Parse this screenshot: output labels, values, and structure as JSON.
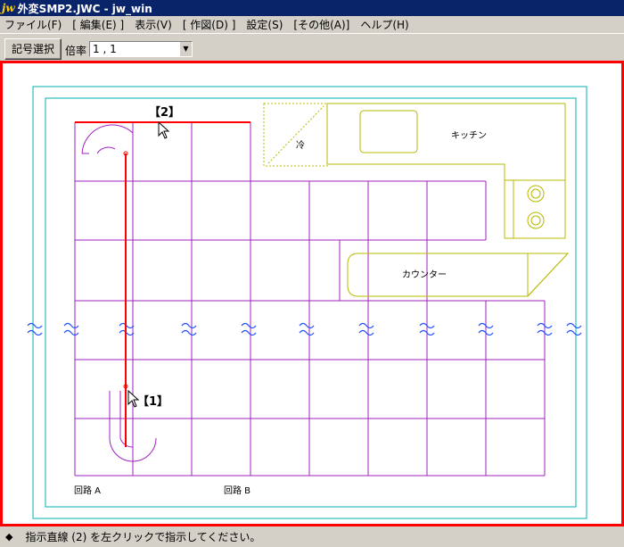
{
  "window": {
    "logo": "jw",
    "title": "外変SMP2.JWC - jw_win"
  },
  "menu": [
    "ファイル(F)",
    "[ 編集(E) ]",
    "表示(V)",
    "[ 作図(D) ]",
    "設定(S)",
    "[その他(A)]",
    "ヘルプ(H)"
  ],
  "toolbar": {
    "symbol_select_label": "記号選択",
    "scale_label": "倍率",
    "scale_value": "1 , 1"
  },
  "drawing": {
    "marker_2": "【2】",
    "marker_1": "【1】",
    "kitchen_label": "キッチン",
    "fridge_label": "冷",
    "counter_label": "カウンター",
    "circuit_a_label": "回路 A",
    "circuit_b_label": "回路 B",
    "colors": {
      "grid": "#a020c0",
      "selection": "#ff0000",
      "furniture": "#b8b800",
      "border": "#00b0b0"
    }
  },
  "status": {
    "icon": "diamond-icon",
    "text": "指示直線 (2) を左クリックで指示してください。"
  }
}
